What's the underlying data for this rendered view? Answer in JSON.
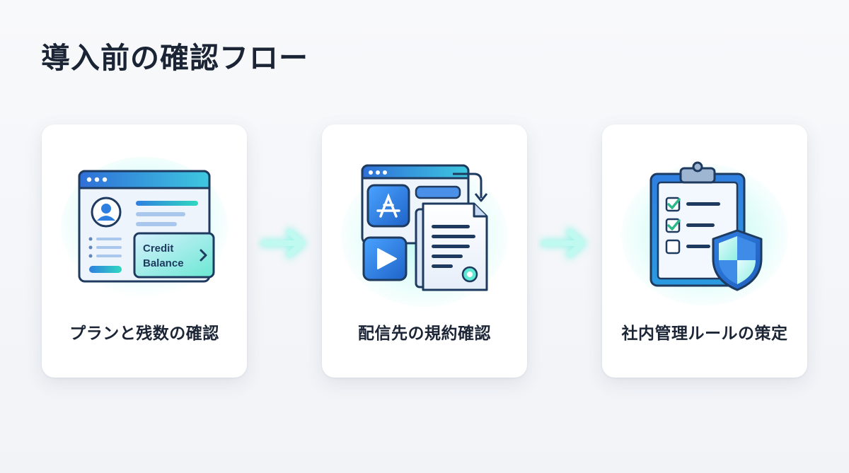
{
  "title": "導入前の確認フロー",
  "steps": [
    {
      "label": "プランと残数の確認",
      "icon": "credit-balance-dashboard-icon",
      "badge_line1": "Credit",
      "badge_line2": "Balance"
    },
    {
      "label": "配信先の規約確認",
      "icon": "app-store-terms-document-icon"
    },
    {
      "label": "社内管理ルールの策定",
      "icon": "clipboard-checklist-shield-icon"
    }
  ],
  "connector_icon": "arrow-right-icon",
  "colors": {
    "navy": "#1e3a5f",
    "blue": "#2f7fe0",
    "teal": "#2fd8c0",
    "glow": "#5ff2e0",
    "title": "#1a2434"
  }
}
